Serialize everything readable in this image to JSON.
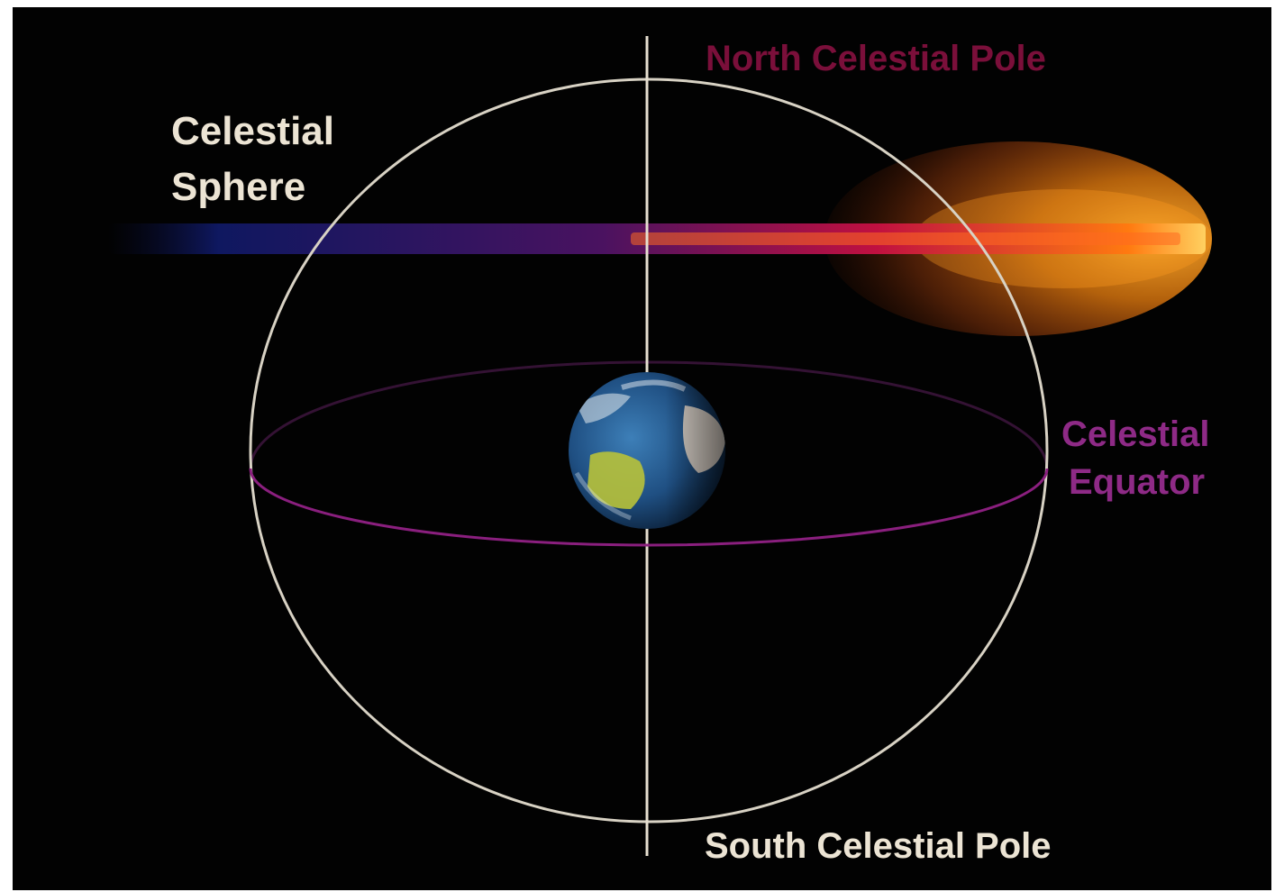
{
  "diagram": {
    "labels": {
      "celestial_sphere_line1": "Celestial",
      "celestial_sphere_line2": "Sphere",
      "north_celestial_pole": "North Celestial Pole",
      "celestial_equator_line1": "Celestial",
      "celestial_equator_line2": "Equator",
      "south_celestial_pole": "South Celestial Pole"
    },
    "colors": {
      "background": "#020202",
      "sphere_outline": "#d8d2c4",
      "axis": "#e6dfd0",
      "equator": "#8a1f7e",
      "north_label": "#7a0f3a",
      "equator_label": "#8e2a86",
      "sphere_label": "#ece4d4",
      "south_label": "#ece4d4",
      "beam_left": "#101a6a",
      "beam_mid": "#c01040",
      "beam_right": "#ff9a1a"
    },
    "icons": {
      "earth": "earth-globe-icon",
      "sun_glow": "sun-glow-icon"
    }
  }
}
